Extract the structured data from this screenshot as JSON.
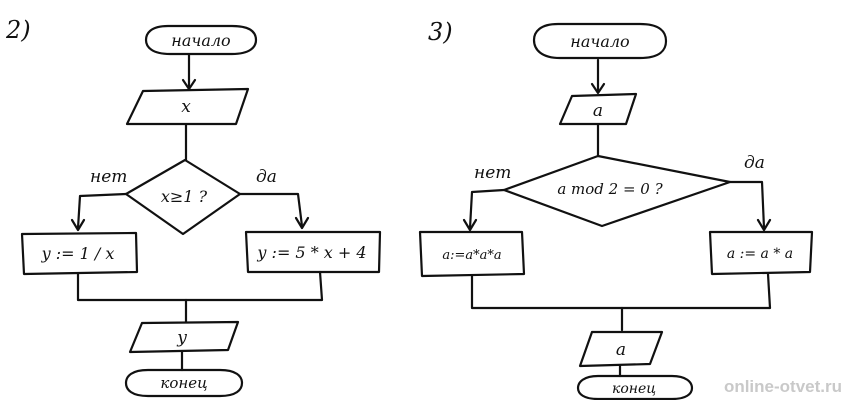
{
  "left_flowchart": {
    "label": "2)",
    "start": "начало",
    "input": "x",
    "condition": "x≥1 ?",
    "no_label": "нет",
    "yes_label": "да",
    "no_action": "y := 1 / x",
    "yes_action": "y := 5 * x + 4",
    "output": "y",
    "end": "конец"
  },
  "right_flowchart": {
    "label": "3)",
    "start": "начало",
    "input": "a",
    "condition": "a mod 2 = 0 ?",
    "no_label": "нет",
    "yes_label": "да",
    "no_action": "a:=a*a*a",
    "yes_action": "a := a * a",
    "output": "a",
    "end": "конец"
  },
  "watermark": "online-otvet.ru"
}
